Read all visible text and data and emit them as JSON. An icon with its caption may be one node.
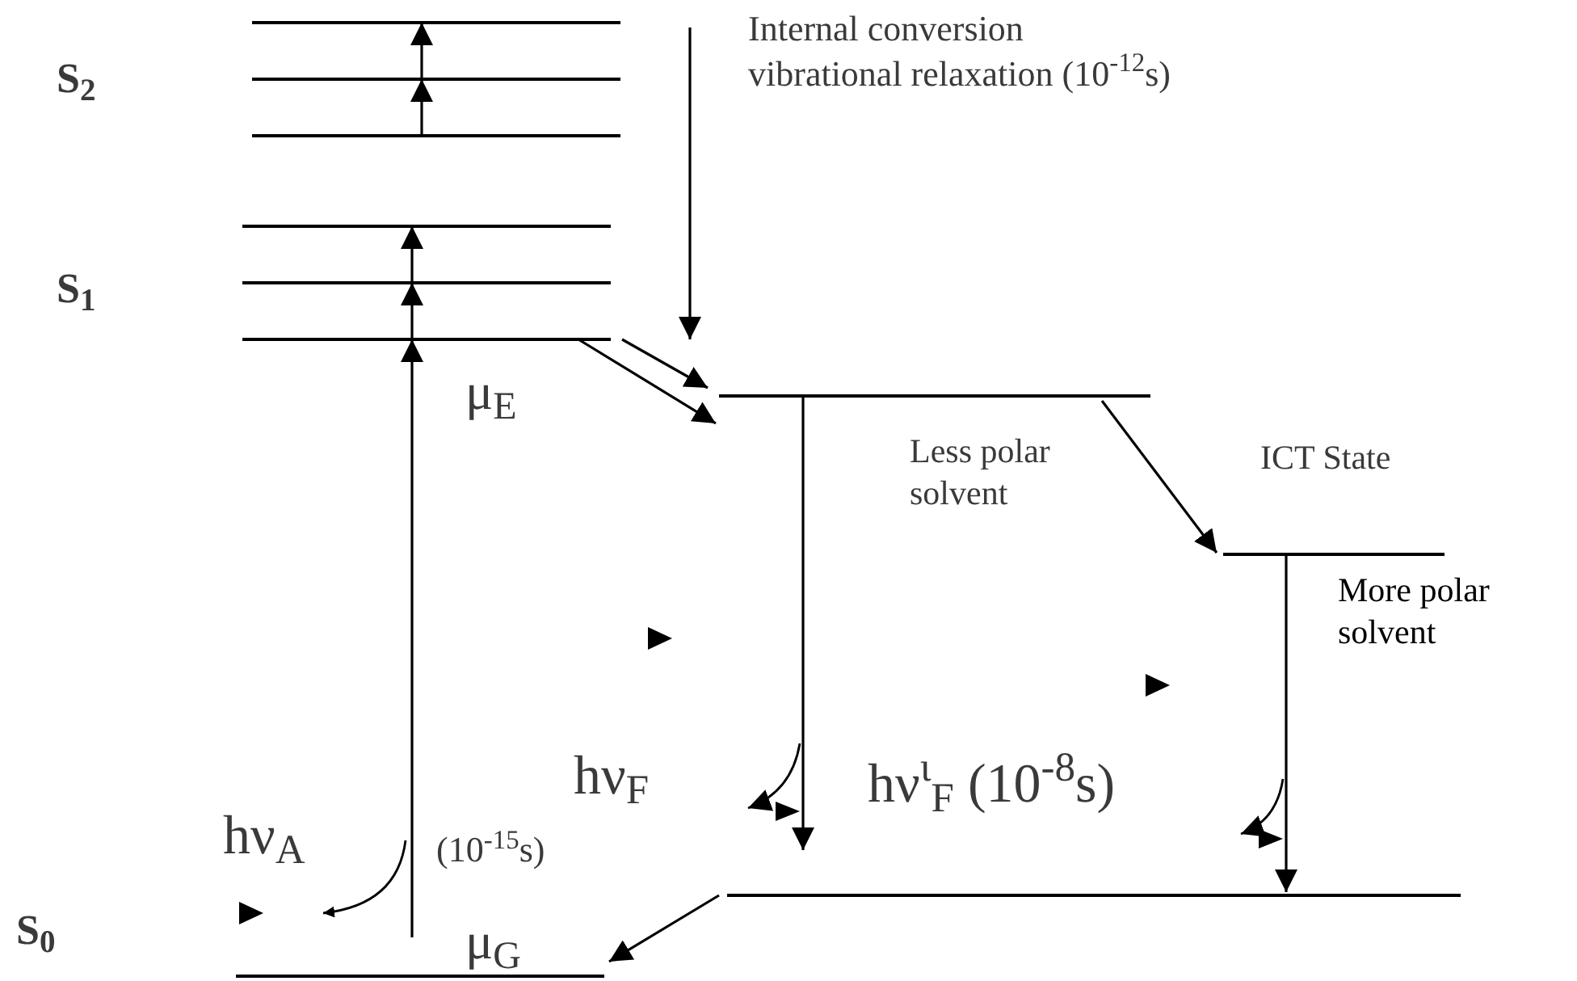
{
  "diagram": {
    "nodes": [
      {
        "text": [],
        "shape": "bar"
      },
      {
        "text": [],
        "shape": "bar"
      },
      {
        "text": [],
        "shape": "bar"
      },
      {
        "text": [],
        "shape": "bar"
      },
      {
        "text": [],
        "shape": "bar"
      },
      {
        "text": [],
        "shape": "bar"
      },
      {
        "text": [],
        "shape": "bar"
      },
      {
        "text": [],
        "shape": "bar"
      },
      {
        "text": [],
        "shape": "bar"
      },
      {
        "text": [],
        "shape": "bar"
      }
    ],
    "edges": [
      {
        "from": 2,
        "to": 1,
        "arrow": "to"
      },
      {
        "from": 1,
        "to": 0,
        "arrow": "to"
      },
      {
        "from": 5,
        "to": 4,
        "arrow": "to"
      },
      {
        "from": 4,
        "to": 3,
        "arrow": "to"
      },
      {
        "from": 9,
        "to": 5,
        "arrow": "to"
      },
      {
        "from": null,
        "to": 6,
        "arrow": "to"
      },
      {
        "from": 5,
        "to": 6,
        "arrow": "to"
      },
      {
        "from": 5,
        "to": 6,
        "arrow": "to"
      },
      {
        "from": 6,
        "to": 7,
        "arrow": "to"
      },
      {
        "from": 6,
        "to": 8,
        "arrow": "to"
      },
      {
        "from": 7,
        "to": 8,
        "arrow": "to"
      },
      {
        "from": 8,
        "to": 9,
        "arrow": "to"
      }
    ],
    "labels": [
      "S$_{2}$",
      "Internal conversion vibrational relaxation (10$^{-12}$s)",
      "S$_{1}$",
      "μ$_{E}$",
      "Less polar solvent",
      "ICT State",
      "More polar solvent",
      "hν$_{F}$",
      "hν$^{ι}$$_{F}$ (10$^{-8}$s)",
      "hν$_{A}$",
      "(10$^{-15}$s)",
      "S$_{0}$",
      "μ$_{G}$"
    ]
  }
}
